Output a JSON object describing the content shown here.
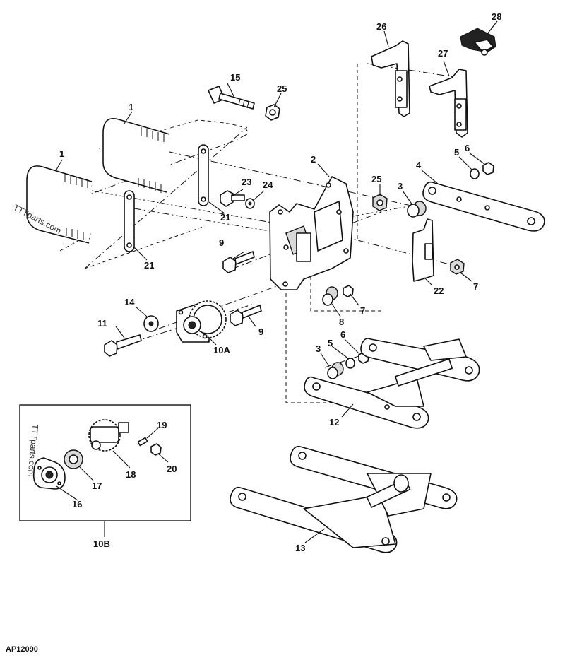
{
  "figure_id": "AP12090",
  "watermarks": [
    "TTTparts.com",
    "TTTparts.com"
  ],
  "inset_label": "10B",
  "callouts": {
    "c1a": "1",
    "c1b": "1",
    "c2": "2",
    "c3a": "3",
    "c3b": "3",
    "c4": "4",
    "c5a": "5",
    "c5b": "5",
    "c6a": "6",
    "c6b": "6",
    "c7a": "7",
    "c7b": "7",
    "c8": "8",
    "c9a": "9",
    "c9b": "9",
    "c10a": "10A",
    "c11": "11",
    "c12": "12",
    "c13": "13",
    "c14": "14",
    "c15": "15",
    "c16": "16",
    "c17": "17",
    "c18": "18",
    "c19": "19",
    "c20": "20",
    "c21a": "21",
    "c21b": "21",
    "c22": "22",
    "c23": "23",
    "c24": "24",
    "c25a": "25",
    "c25b": "25",
    "c26": "26",
    "c27": "27",
    "c28": "28"
  }
}
